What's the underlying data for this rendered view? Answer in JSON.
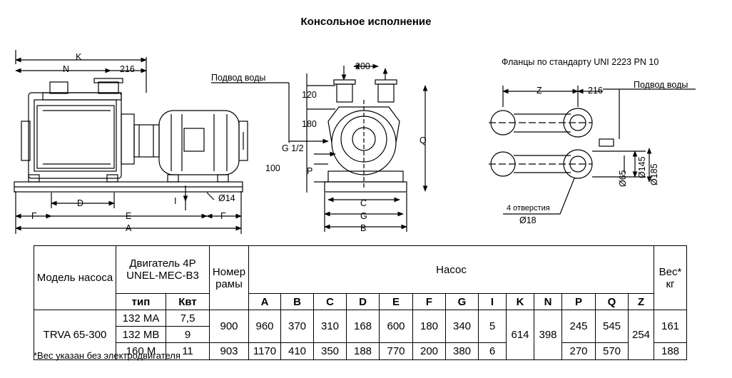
{
  "title": "Консольное исполнение",
  "drawing": {
    "side_view": {
      "K": "K",
      "N": "N",
      "dim_216": "216",
      "D": "D",
      "I": "I",
      "F_left": "F",
      "E": "E",
      "F_right": "F",
      "A": "A",
      "d14": "Ø14"
    },
    "front_view": {
      "water_inlet": "Подвод воды",
      "d200": "200",
      "d120": "120",
      "d180": "180",
      "g12": "G 1/2",
      "d100": "100",
      "P": "P",
      "Q": "Q",
      "C": "C",
      "G": "G",
      "B": "B"
    },
    "flange_view": {
      "standard": "Фланцы по стандарту UNI 2223 PN 10",
      "Z": "Z",
      "dim_216": "216",
      "water_inlet": "Подвод воды",
      "holes": "4 отверстия",
      "d18": "Ø18",
      "d65": "Ø65",
      "d145": "Ø145",
      "d185": "Ø185"
    }
  },
  "table": {
    "h_model": "Модель насоса",
    "h_motor": "Двигатель 4P UNEL-MEC-B3",
    "h_frame": "Номер рамы",
    "h_pump": "Насос",
    "h_weight": "Вес* кг",
    "h_type": "тип",
    "h_kw": "Квт",
    "cols": [
      "A",
      "B",
      "C",
      "D",
      "E",
      "F",
      "G",
      "I",
      "K",
      "N",
      "P",
      "Q",
      "Z"
    ],
    "model": "TRVA 65-300",
    "r1": {
      "type": "132 MA",
      "kw": "7,5"
    },
    "r2": {
      "type": "132 MB",
      "kw": "9"
    },
    "r3": {
      "type": "160 M",
      "kw": "11"
    },
    "frame12": "900",
    "frame3": "903",
    "a12": "960",
    "b12": "370",
    "c12": "310",
    "d12": "168",
    "e12": "600",
    "f12": "180",
    "g12": "340",
    "i12": "5",
    "k": "614",
    "n": "398",
    "p12": "245",
    "q12": "545",
    "z": "254",
    "w12": "161",
    "a3": "1170",
    "b3": "410",
    "c3": "350",
    "d3": "188",
    "e3": "770",
    "f3": "200",
    "g3": "380",
    "i3": "6",
    "p3": "270",
    "q3": "570",
    "w3": "188"
  },
  "footnote": "*Вес указан без электродвигателя"
}
